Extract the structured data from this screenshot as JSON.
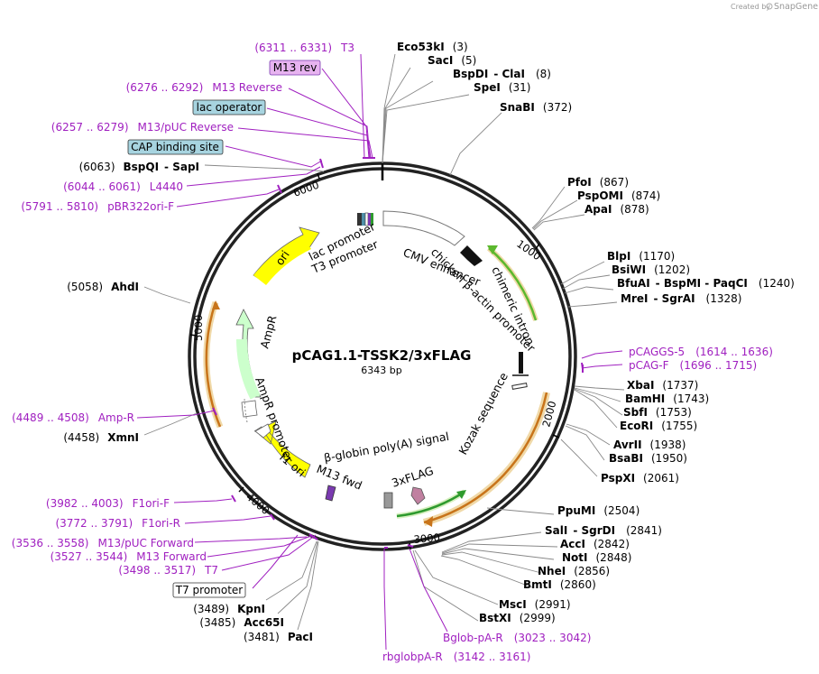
{
  "credit": {
    "prefix": "Created by",
    "brand": "SnapGene"
  },
  "plasmid": {
    "name": "pCAG1.1-TSSK2/3xFLAG",
    "length": "6343 bp"
  },
  "ticks": [
    "1000",
    "2000",
    "3000",
    "4000",
    "5000",
    "6000"
  ],
  "features": {
    "ori": "ori",
    "ampr": "AmpR",
    "ampr_promoter": "AmpR promoter",
    "f1_ori": "f1 ori",
    "lac_promoter": "lac promoter",
    "t3_promoter": "T3 promoter",
    "cmv_enhancer": "CMV enhancer",
    "cba_promoter": "chicken β-actin promoter",
    "chimeric_intron": "chimeric intron",
    "kozak": "Kozak sequence",
    "flag": "3xFLAG",
    "bglobin_pa": "β-globin poly(A) signal",
    "m13_fwd": "M13 fwd"
  },
  "boxed_labels": {
    "m13_rev": "M13 rev",
    "lac_operator": "lac operator",
    "cap_site": "CAP binding site",
    "t7_promoter": "T7 promoter"
  },
  "enzymes": [
    {
      "name": "Eco53kI",
      "pos": "(3)"
    },
    {
      "name": "SacI",
      "pos": "(5)"
    },
    {
      "name": "BspDI",
      "extra": "- ClaI",
      "pos": "(8)"
    },
    {
      "name": "SpeI",
      "pos": "(31)"
    },
    {
      "name": "SnaBI",
      "pos": "(372)"
    },
    {
      "name": "PfoI",
      "pos": "(867)"
    },
    {
      "name": "PspOMI",
      "pos": "(874)"
    },
    {
      "name": "ApaI",
      "pos": "(878)"
    },
    {
      "name": "BlpI",
      "pos": "(1170)"
    },
    {
      "name": "BsiWI",
      "pos": "(1202)"
    },
    {
      "name": "BfuAI",
      "extra": "- BspMI - PaqCI",
      "pos": "(1240)"
    },
    {
      "name": "MreI",
      "extra": "- SgrAI",
      "pos": "(1328)"
    },
    {
      "name": "XbaI",
      "pos": "(1737)"
    },
    {
      "name": "BamHI",
      "pos": "(1743)"
    },
    {
      "name": "SbfI",
      "pos": "(1753)"
    },
    {
      "name": "EcoRI",
      "pos": "(1755)"
    },
    {
      "name": "AvrII",
      "pos": "(1938)"
    },
    {
      "name": "BsaBI",
      "pos": "(1950)"
    },
    {
      "name": "PspXI",
      "pos": "(2061)"
    },
    {
      "name": "PpuMI",
      "pos": "(2504)"
    },
    {
      "name": "SalI",
      "extra": "- SgrDI",
      "pos": "(2841)"
    },
    {
      "name": "AccI",
      "pos": "(2842)"
    },
    {
      "name": "NotI",
      "pos": "(2848)"
    },
    {
      "name": "NheI",
      "pos": "(2856)"
    },
    {
      "name": "BmtI",
      "pos": "(2860)"
    },
    {
      "name": "MscI",
      "pos": "(2991)"
    },
    {
      "name": "BstXI",
      "pos": "(2999)"
    },
    {
      "name": "PacI",
      "pos": "(3481)"
    },
    {
      "name": "Acc65I",
      "pos": "(3485)"
    },
    {
      "name": "KpnI",
      "pos": "(3489)"
    },
    {
      "name": "XmnI",
      "pos": "(4458)"
    },
    {
      "name": "AhdI",
      "pos": "(5058)"
    },
    {
      "name": "BspQI",
      "extra": "- SapI",
      "pos": "(6063)"
    }
  ],
  "primers": [
    {
      "range": "(6311 .. 6331)",
      "name": "T3"
    },
    {
      "range": "(6276 .. 6292)",
      "name": "M13 Reverse"
    },
    {
      "range": "(6257 .. 6279)",
      "name": "M13/pUC Reverse"
    },
    {
      "range": "(6044 .. 6061)",
      "name": "L4440"
    },
    {
      "range": "(5791 .. 5810)",
      "name": "pBR322ori-F"
    },
    {
      "range": "(4489 .. 4508)",
      "name": "Amp-R"
    },
    {
      "range": "(3982 .. 4003)",
      "name": "F1ori-F"
    },
    {
      "range": "(3772 .. 3791)",
      "name": "F1ori-R"
    },
    {
      "range": "(3536 .. 3558)",
      "name": "M13/pUC Forward"
    },
    {
      "range": "(3527 .. 3544)",
      "name": "M13 Forward"
    },
    {
      "range": "(3498 .. 3517)",
      "name": "T7"
    },
    {
      "name": "pCAGGS-5",
      "range": "(1614 .. 1636)"
    },
    {
      "name": "pCAG-F",
      "range": "(1696 .. 1715)"
    },
    {
      "name": "Bglob-pA-R",
      "range": "(3023 .. 3042)"
    },
    {
      "name": "rbglobpA-R",
      "range": "(3142 .. 3161)"
    }
  ]
}
